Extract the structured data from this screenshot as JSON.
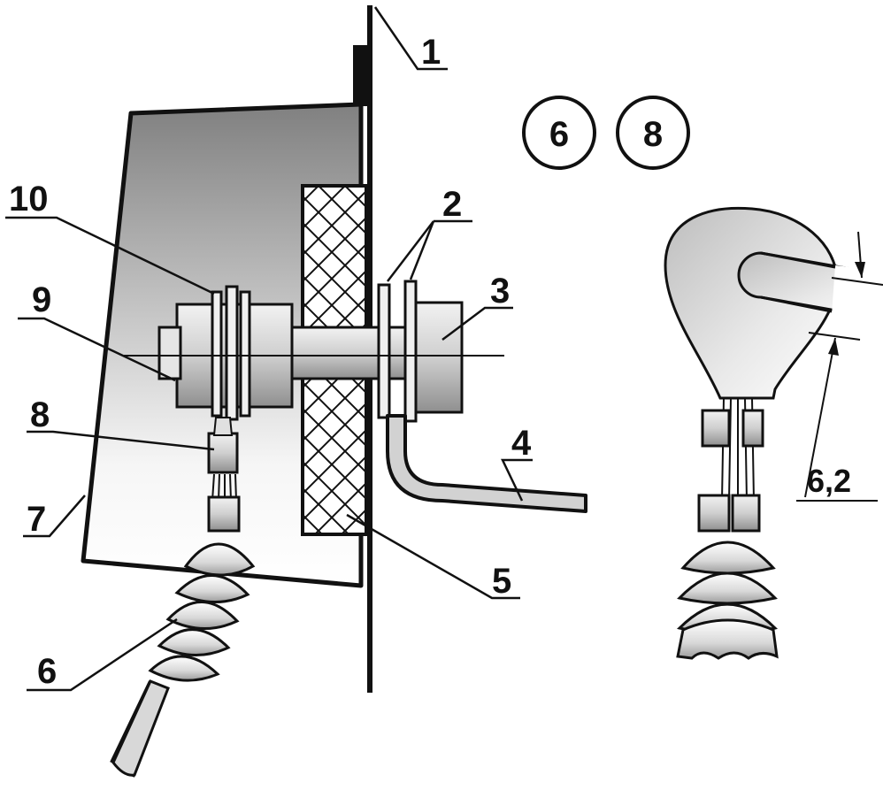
{
  "callouts": [
    "1",
    "2",
    "3",
    "4",
    "5",
    "6",
    "7",
    "8",
    "9",
    "10"
  ],
  "detail_badges": [
    "6",
    "8"
  ],
  "dimension": "6,2",
  "colors": {
    "ink": "#111111",
    "housing_dark": "#8a8a8a",
    "housing_light": "#f4f4f4",
    "insulator_fill": "#ffffff",
    "metal_light": "#e8e8e8",
    "metal_dark": "#9a9a9a"
  }
}
